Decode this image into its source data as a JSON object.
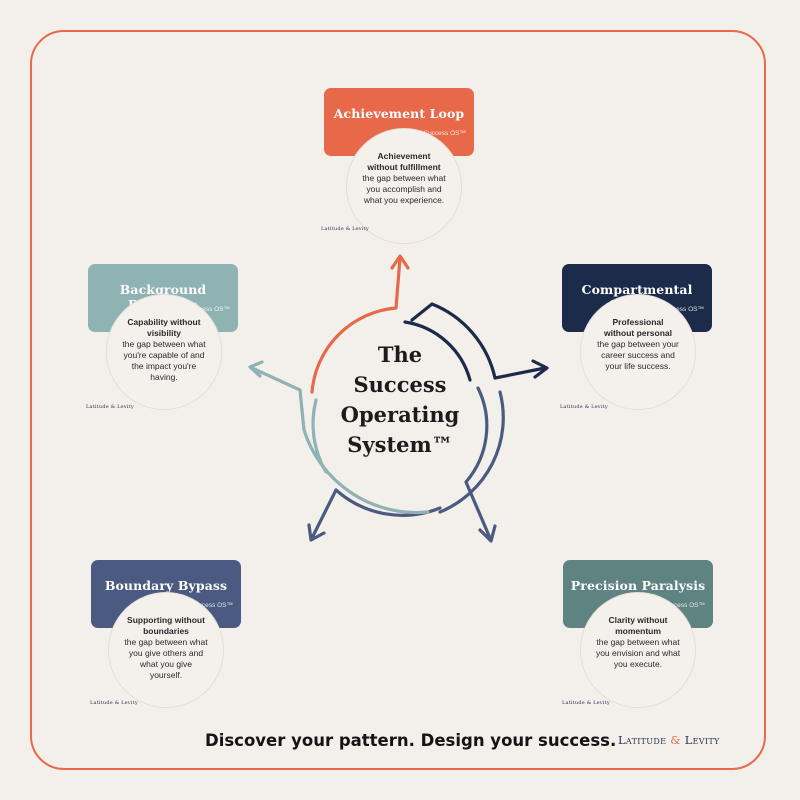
{
  "diagram": {
    "center_title_lines": [
      "The",
      "Success",
      "Operating",
      "System™"
    ],
    "tagline": "Discover your pattern. Design your success.",
    "brand": {
      "name_left": "Latitude",
      "amp": "&",
      "name_right": "Levity"
    },
    "mini_logo": "Latitude & Levity",
    "card_suffix": "Success OS™",
    "colors": {
      "frame": "#e8694a",
      "background": "#f3efea",
      "achievement": "#e8694a",
      "compartmental": "#1c2b4a",
      "precision": "#5e8380",
      "boundary": "#4a5a80",
      "background_brilliance": "#8fb2b2"
    },
    "patterns": [
      {
        "key": "achievement",
        "title": "Achievement Loop",
        "subtitle": "Success OS™",
        "heading": "Achievement without fulfillment",
        "description": "the gap between what you accomplish and what you experience."
      },
      {
        "key": "compartmental",
        "title": "Compartmental Success",
        "subtitle": "Success OS™",
        "heading": "Professional without personal",
        "description": "the gap between your career success and your life success."
      },
      {
        "key": "precision",
        "title": "Precision Paralysis",
        "subtitle": "Success OS™",
        "heading": "Clarity without momentum",
        "description": "the gap between what you envision and what you execute."
      },
      {
        "key": "boundary",
        "title": "Boundary Bypass",
        "subtitle": "Success OS™",
        "heading": "Supporting without boundaries",
        "description": "the gap between what you give others and what you give yourself."
      },
      {
        "key": "background_brilliance",
        "title": "Background Brilliance",
        "subtitle": "Success OS™",
        "heading": "Capability without visibility",
        "description": "the gap between what you're capable of and the impact you're having."
      }
    ]
  }
}
